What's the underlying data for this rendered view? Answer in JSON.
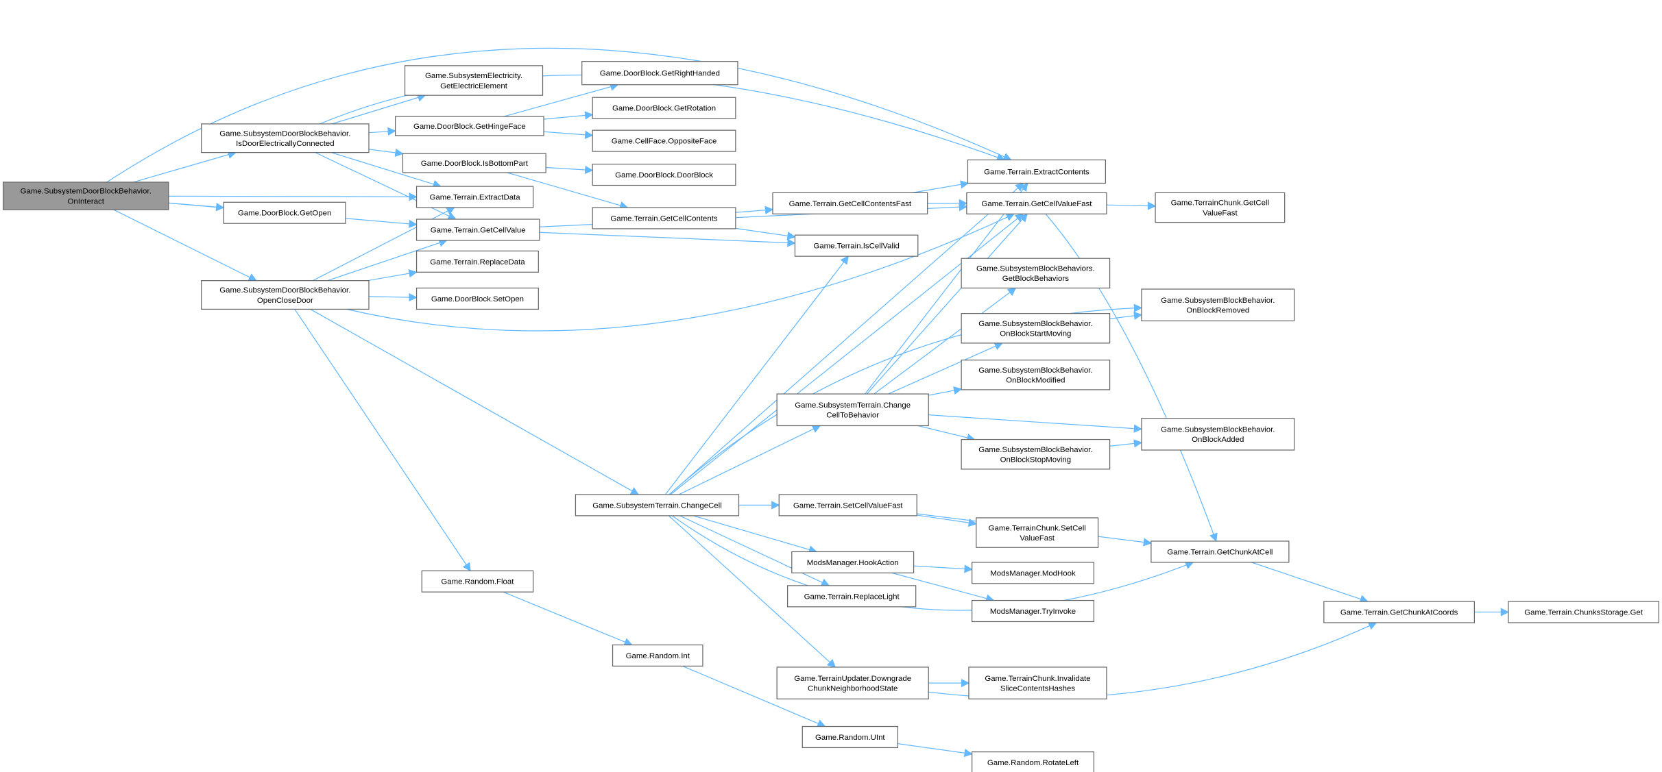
{
  "nodes": {
    "oninteract": [
      "Game.SubsystemDoorBlockBehavior.",
      "OnInteract"
    ],
    "isdoor": [
      "Game.SubsystemDoorBlockBehavior.",
      "IsDoorElectricallyConnected"
    ],
    "openclose": [
      "Game.SubsystemDoorBlockBehavior.",
      "OpenCloseDoor"
    ],
    "electric": [
      "Game.SubsystemElectricity.",
      "GetElectricElement"
    ],
    "righthanded": [
      "Game.DoorBlock.GetRightHanded"
    ],
    "hinge": [
      "Game.DoorBlock.GetHingeFace"
    ],
    "rotation": [
      "Game.DoorBlock.GetRotation"
    ],
    "opposite": [
      "Game.CellFace.OppositeFace"
    ],
    "bottom": [
      "Game.DoorBlock.IsBottomPart"
    ],
    "doorblock": [
      "Game.DoorBlock.DoorBlock"
    ],
    "extractdata": [
      "Game.Terrain.ExtractData"
    ],
    "getopen": [
      "Game.DoorBlock.GetOpen"
    ],
    "getcellvalue": [
      "Game.Terrain.GetCellValue"
    ],
    "getcellcontents": [
      "Game.Terrain.GetCellContents"
    ],
    "replacedata": [
      "Game.Terrain.ReplaceData"
    ],
    "setopen": [
      "Game.DoorBlock.SetOpen"
    ],
    "extractcontents": [
      "Game.Terrain.ExtractContents"
    ],
    "contentsfast": [
      "Game.Terrain.GetCellContentsFast"
    ],
    "valuefast": [
      "Game.Terrain.GetCellValueFast"
    ],
    "chunkvaluefast": [
      "Game.TerrainChunk.GetCell",
      "ValueFast"
    ],
    "iscellvalid": [
      "Game.Terrain.IsCellValid"
    ],
    "blockbehaviors": [
      "Game.SubsystemBlockBehaviors.",
      "GetBlockBehaviors"
    ],
    "removed": [
      "Game.SubsystemBlockBehavior.",
      "OnBlockRemoved"
    ],
    "startmoving": [
      "Game.SubsystemBlockBehavior.",
      "OnBlockStartMoving"
    ],
    "modified": [
      "Game.SubsystemBlockBehavior.",
      "OnBlockModified"
    ],
    "tobehavior": [
      "Game.SubsystemTerrain.Change",
      "CellToBehavior"
    ],
    "added": [
      "Game.SubsystemBlockBehavior.",
      "OnBlockAdded"
    ],
    "stopmoving": [
      "Game.SubsystemBlockBehavior.",
      "OnBlockStopMoving"
    ],
    "changecell": [
      "Game.SubsystemTerrain.ChangeCell"
    ],
    "setvaluefast": [
      "Game.Terrain.SetCellValueFast"
    ],
    "chunksetvalue": [
      "Game.TerrainChunk.SetCell",
      "ValueFast"
    ],
    "chunkatcell": [
      "Game.Terrain.GetChunkAtCell"
    ],
    "hookaction": [
      "ModsManager.HookAction"
    ],
    "modhook": [
      "ModsManager.ModHook"
    ],
    "replacelight": [
      "Game.Terrain.ReplaceLight"
    ],
    "tryinvoke": [
      "ModsManager.TryInvoke"
    ],
    "chunkatcoords": [
      "Game.Terrain.GetChunkAtCoords"
    ],
    "storageget": [
      "Game.Terrain.ChunksStorage.Get"
    ],
    "rfloat": [
      "Game.Random.Float"
    ],
    "rint": [
      "Game.Random.Int"
    ],
    "downgrade": [
      "Game.TerrainUpdater.Downgrade",
      "ChunkNeighborhoodState"
    ],
    "invalidate": [
      "Game.TerrainChunk.Invalidate",
      "SliceContentsHashes"
    ],
    "ruint": [
      "Game.Random.UInt"
    ],
    "rotateleft": [
      "Game.Random.RotateLeft"
    ]
  },
  "edges": [
    [
      "oninteract",
      "isdoor"
    ],
    [
      "oninteract",
      "extractdata"
    ],
    [
      "oninteract",
      "getopen"
    ],
    [
      "oninteract",
      "getcellvalue"
    ],
    [
      "oninteract",
      "openclose"
    ],
    [
      "oninteract",
      "extractcontents"
    ],
    [
      "isdoor",
      "electric"
    ],
    [
      "isdoor",
      "hinge"
    ],
    [
      "isdoor",
      "bottom"
    ],
    [
      "isdoor",
      "extractdata"
    ],
    [
      "isdoor",
      "getcellvalue"
    ],
    [
      "isdoor",
      "extractcontents"
    ],
    [
      "hinge",
      "righthanded"
    ],
    [
      "hinge",
      "rotation"
    ],
    [
      "hinge",
      "opposite"
    ],
    [
      "bottom",
      "doorblock"
    ],
    [
      "bottom",
      "getcellcontents"
    ],
    [
      "getcellcontents",
      "contentsfast"
    ],
    [
      "getcellcontents",
      "iscellvalid"
    ],
    [
      "contentsfast",
      "extractcontents"
    ],
    [
      "contentsfast",
      "valuefast"
    ],
    [
      "valuefast",
      "chunkvaluefast"
    ],
    [
      "valuefast",
      "chunkatcell"
    ],
    [
      "getcellvalue",
      "iscellvalid"
    ],
    [
      "getcellvalue",
      "valuefast"
    ],
    [
      "openclose",
      "extractdata"
    ],
    [
      "openclose",
      "getcellvalue"
    ],
    [
      "openclose",
      "replacedata"
    ],
    [
      "openclose",
      "setopen"
    ],
    [
      "openclose",
      "valuefast"
    ],
    [
      "openclose",
      "changecell"
    ],
    [
      "openclose",
      "rfloat"
    ],
    [
      "changecell",
      "iscellvalid"
    ],
    [
      "changecell",
      "extractcontents"
    ],
    [
      "changecell",
      "valuefast"
    ],
    [
      "changecell",
      "tobehavior"
    ],
    [
      "changecell",
      "setvaluefast"
    ],
    [
      "changecell",
      "hookaction"
    ],
    [
      "changecell",
      "replacelight"
    ],
    [
      "changecell",
      "chunkatcell"
    ],
    [
      "changecell",
      "downgrade"
    ],
    [
      "changecell",
      "removed"
    ],
    [
      "tobehavior",
      "extractcontents"
    ],
    [
      "tobehavior",
      "valuefast"
    ],
    [
      "tobehavior",
      "blockbehaviors"
    ],
    [
      "tobehavior",
      "startmoving"
    ],
    [
      "tobehavior",
      "modified"
    ],
    [
      "tobehavior",
      "added"
    ],
    [
      "tobehavior",
      "stopmoving"
    ],
    [
      "startmoving",
      "removed"
    ],
    [
      "stopmoving",
      "added"
    ],
    [
      "setvaluefast",
      "chunksetvalue"
    ],
    [
      "setvaluefast",
      "chunkatcell"
    ],
    [
      "hookaction",
      "modhook"
    ],
    [
      "hookaction",
      "tryinvoke"
    ],
    [
      "chunkatcell",
      "chunkatcoords"
    ],
    [
      "chunkatcoords",
      "storageget"
    ],
    [
      "downgrade",
      "invalidate"
    ],
    [
      "downgrade",
      "chunkatcoords"
    ],
    [
      "rfloat",
      "rint"
    ],
    [
      "rint",
      "ruint"
    ],
    [
      "ruint",
      "rotateleft"
    ]
  ],
  "colors": {
    "edge": "#63b8ff",
    "root_fill": "#999999",
    "node_border": "#666666"
  }
}
